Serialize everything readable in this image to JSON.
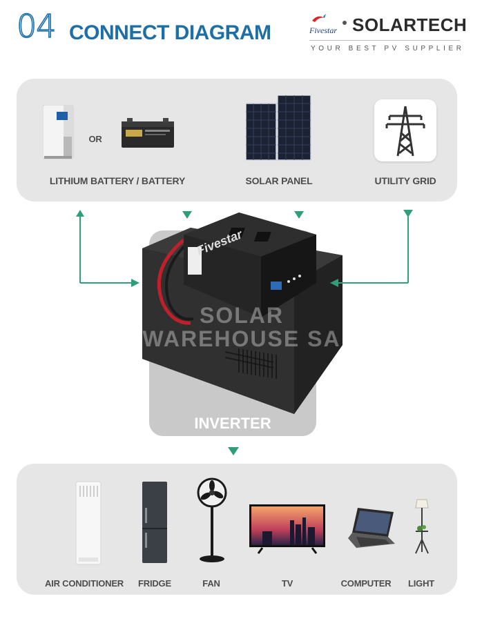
{
  "header": {
    "number": "04",
    "title": "CONNECT DIAGRAM",
    "brand_name": "SOLARTECH",
    "logo_text": "Fivestar",
    "tagline": "YOUR BEST PV SUPPLIER"
  },
  "sources": {
    "battery_label": "LITHIUM BATTERY / BATTERY",
    "or_text": "OR",
    "solar_label": "SOLAR PANEL",
    "grid_label": "UTILITY GRID"
  },
  "inverter": {
    "label": "INVERTER",
    "brand": "Fivestar",
    "watermark_line1": "SOLAR",
    "watermark_line2": "WAREHOUSE SA"
  },
  "loads": [
    {
      "label": "AIR CONDITIONER",
      "icon": "air-conditioner-icon"
    },
    {
      "label": "FRIDGE",
      "icon": "fridge-icon"
    },
    {
      "label": "FAN",
      "icon": "fan-icon"
    },
    {
      "label": "TV",
      "icon": "tv-icon"
    },
    {
      "label": "COMPUTER",
      "icon": "computer-icon"
    },
    {
      "label": "LIGHT",
      "icon": "light-icon"
    }
  ],
  "colors": {
    "accent_blue": "#1d6fa6",
    "arrow_green": "#2e9e7b",
    "panel_gray": "#e6e6e6"
  }
}
